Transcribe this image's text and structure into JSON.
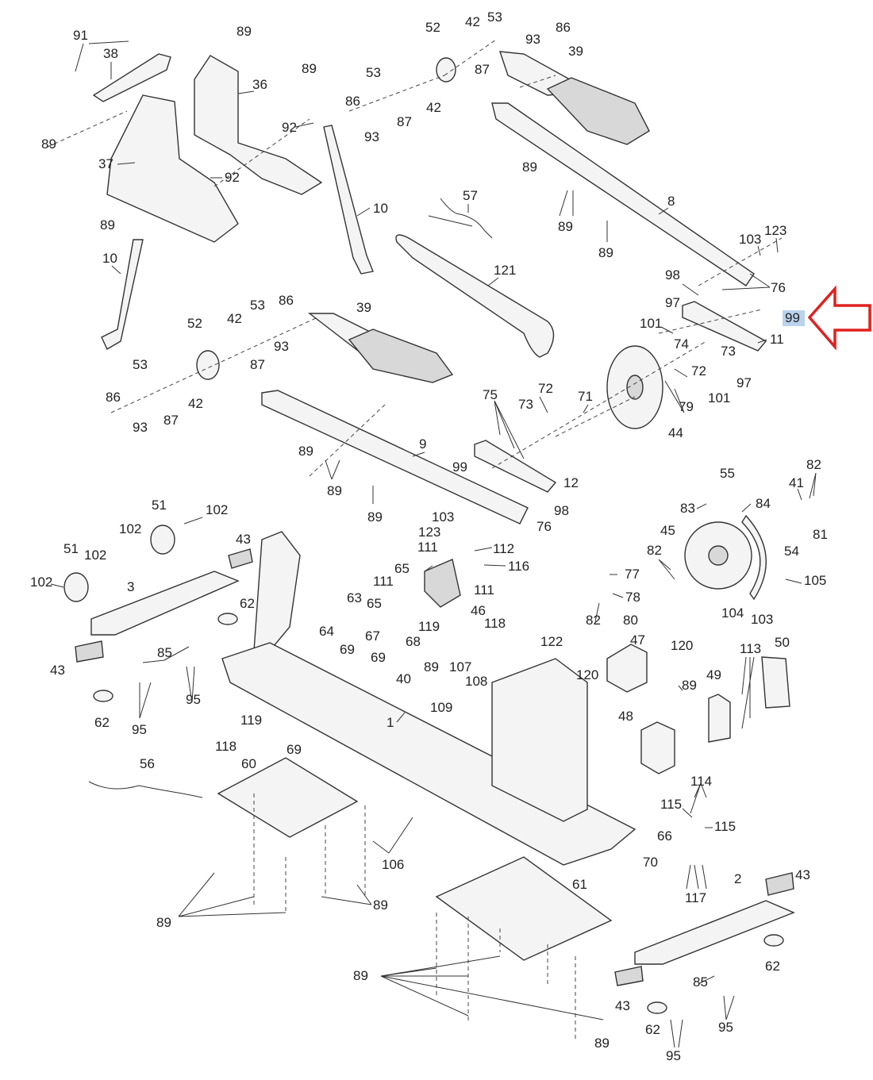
{
  "callouts": [
    {
      "id": "c91",
      "label": "91"
    },
    {
      "id": "c38",
      "label": "38"
    },
    {
      "id": "c89a",
      "label": "89"
    },
    {
      "id": "c36",
      "label": "36"
    },
    {
      "id": "c89b",
      "label": "89"
    },
    {
      "id": "c92a",
      "label": "92"
    },
    {
      "id": "c89c",
      "label": "89"
    },
    {
      "id": "c37",
      "label": "37"
    },
    {
      "id": "c92b",
      "label": "92"
    },
    {
      "id": "c89d",
      "label": "89"
    },
    {
      "id": "c52a",
      "label": "52"
    },
    {
      "id": "c42a",
      "label": "42"
    },
    {
      "id": "c53a",
      "label": "53"
    },
    {
      "id": "c86a",
      "label": "86"
    },
    {
      "id": "c93a",
      "label": "93"
    },
    {
      "id": "c39a",
      "label": "39"
    },
    {
      "id": "c87a",
      "label": "87"
    },
    {
      "id": "c53b",
      "label": "53"
    },
    {
      "id": "c86b",
      "label": "86"
    },
    {
      "id": "c87b",
      "label": "87"
    },
    {
      "id": "c42b",
      "label": "42"
    },
    {
      "id": "c93b",
      "label": "93"
    },
    {
      "id": "c89e",
      "label": "89"
    },
    {
      "id": "c10a",
      "label": "10"
    },
    {
      "id": "c57",
      "label": "57"
    },
    {
      "id": "c8",
      "label": "8"
    },
    {
      "id": "c89f",
      "label": "89"
    },
    {
      "id": "c89g",
      "label": "89"
    },
    {
      "id": "c103a",
      "label": "103"
    },
    {
      "id": "c123a",
      "label": "123"
    },
    {
      "id": "c121",
      "label": "121"
    },
    {
      "id": "c98a",
      "label": "98"
    },
    {
      "id": "c76a",
      "label": "76"
    },
    {
      "id": "c10b",
      "label": "10"
    },
    {
      "id": "c97a",
      "label": "97"
    },
    {
      "id": "c99a",
      "label": "99"
    },
    {
      "id": "c53c",
      "label": "53"
    },
    {
      "id": "c86c",
      "label": "86"
    },
    {
      "id": "c52b",
      "label": "52"
    },
    {
      "id": "c42c",
      "label": "42"
    },
    {
      "id": "c39b",
      "label": "39"
    },
    {
      "id": "c101a",
      "label": "101"
    },
    {
      "id": "c11",
      "label": "11"
    },
    {
      "id": "c93c",
      "label": "93"
    },
    {
      "id": "c74",
      "label": "74"
    },
    {
      "id": "c73a",
      "label": "73"
    },
    {
      "id": "c87c",
      "label": "87"
    },
    {
      "id": "c72a",
      "label": "72"
    },
    {
      "id": "c97b",
      "label": "97"
    },
    {
      "id": "c53d",
      "label": "53"
    },
    {
      "id": "c101b",
      "label": "101"
    },
    {
      "id": "c86d",
      "label": "86"
    },
    {
      "id": "c42d",
      "label": "42"
    },
    {
      "id": "c79",
      "label": "79"
    },
    {
      "id": "c93d",
      "label": "93"
    },
    {
      "id": "c87d",
      "label": "87"
    },
    {
      "id": "c75",
      "label": "75"
    },
    {
      "id": "c72b",
      "label": "72"
    },
    {
      "id": "c71",
      "label": "71"
    },
    {
      "id": "c73b",
      "label": "73"
    },
    {
      "id": "c44",
      "label": "44"
    },
    {
      "id": "c89h",
      "label": "89"
    },
    {
      "id": "c9",
      "label": "9"
    },
    {
      "id": "c99b",
      "label": "99"
    },
    {
      "id": "c12",
      "label": "12"
    },
    {
      "id": "c89i",
      "label": "89"
    },
    {
      "id": "c98b",
      "label": "98"
    },
    {
      "id": "c89j",
      "label": "89"
    },
    {
      "id": "c55",
      "label": "55"
    },
    {
      "id": "c82a",
      "label": "82"
    },
    {
      "id": "c41",
      "label": "41"
    },
    {
      "id": "c83",
      "label": "83"
    },
    {
      "id": "c84",
      "label": "84"
    },
    {
      "id": "c51a",
      "label": "51"
    },
    {
      "id": "c102a",
      "label": "102"
    },
    {
      "id": "c103b",
      "label": "103"
    },
    {
      "id": "c76b",
      "label": "76"
    },
    {
      "id": "c81",
      "label": "81"
    },
    {
      "id": "c45",
      "label": "45"
    },
    {
      "id": "c102b",
      "label": "102"
    },
    {
      "id": "c123b",
      "label": "123"
    },
    {
      "id": "c51b",
      "label": "51"
    },
    {
      "id": "c102c",
      "label": "102"
    },
    {
      "id": "c43a",
      "label": "43"
    },
    {
      "id": "c111a",
      "label": "111"
    },
    {
      "id": "c112",
      "label": "112"
    },
    {
      "id": "c54",
      "label": "54"
    },
    {
      "id": "c82b",
      "label": "82"
    },
    {
      "id": "c65a",
      "label": "65"
    },
    {
      "id": "c116",
      "label": "116"
    },
    {
      "id": "c77",
      "label": "77"
    },
    {
      "id": "c102d",
      "label": "102"
    },
    {
      "id": "c3",
      "label": "3"
    },
    {
      "id": "c111b",
      "label": "111"
    },
    {
      "id": "c111c",
      "label": "111"
    },
    {
      "id": "c105",
      "label": "105"
    },
    {
      "id": "c62a",
      "label": "62"
    },
    {
      "id": "c63",
      "label": "63"
    },
    {
      "id": "c65b",
      "label": "65"
    },
    {
      "id": "c46",
      "label": "46"
    },
    {
      "id": "c78",
      "label": "78"
    },
    {
      "id": "c82c",
      "label": "82"
    },
    {
      "id": "c80",
      "label": "80"
    },
    {
      "id": "c104",
      "label": "104"
    },
    {
      "id": "c103c",
      "label": "103"
    },
    {
      "id": "c64",
      "label": "64"
    },
    {
      "id": "c67",
      "label": "67"
    },
    {
      "id": "c119a",
      "label": "119"
    },
    {
      "id": "c118a",
      "label": "118"
    },
    {
      "id": "c68",
      "label": "68"
    },
    {
      "id": "c122",
      "label": "122"
    },
    {
      "id": "c47",
      "label": "47"
    },
    {
      "id": "c50",
      "label": "50"
    },
    {
      "id": "c43b",
      "label": "43"
    },
    {
      "id": "c85a",
      "label": "85"
    },
    {
      "id": "c69a",
      "label": "69"
    },
    {
      "id": "c113",
      "label": "113"
    },
    {
      "id": "c120a",
      "label": "120"
    },
    {
      "id": "c69b",
      "label": "69"
    },
    {
      "id": "c89k",
      "label": "89"
    },
    {
      "id": "c107",
      "label": "107"
    },
    {
      "id": "c120b",
      "label": "120"
    },
    {
      "id": "c89l",
      "label": "89"
    },
    {
      "id": "c49",
      "label": "49"
    },
    {
      "id": "c40",
      "label": "40"
    },
    {
      "id": "c108",
      "label": "108"
    },
    {
      "id": "c95a",
      "label": "95"
    },
    {
      "id": "c62b",
      "label": "62"
    },
    {
      "id": "c109",
      "label": "109"
    },
    {
      "id": "c48",
      "label": "48"
    },
    {
      "id": "c1",
      "label": "1"
    },
    {
      "id": "c95b",
      "label": "95"
    },
    {
      "id": "c119b",
      "label": "119"
    },
    {
      "id": "c118b",
      "label": "118"
    },
    {
      "id": "c69c",
      "label": "69"
    },
    {
      "id": "c56",
      "label": "56"
    },
    {
      "id": "c60",
      "label": "60"
    },
    {
      "id": "c114",
      "label": "114"
    },
    {
      "id": "c115a",
      "label": "115"
    },
    {
      "id": "c115b",
      "label": "115"
    },
    {
      "id": "c66",
      "label": "66"
    },
    {
      "id": "c70",
      "label": "70"
    },
    {
      "id": "c106",
      "label": "106"
    },
    {
      "id": "c61",
      "label": "61"
    },
    {
      "id": "c2",
      "label": "2"
    },
    {
      "id": "c43c",
      "label": "43"
    },
    {
      "id": "c89m",
      "label": "89"
    },
    {
      "id": "c89n",
      "label": "89"
    },
    {
      "id": "c117",
      "label": "117"
    },
    {
      "id": "c62c",
      "label": "62"
    },
    {
      "id": "c89o",
      "label": "89"
    },
    {
      "id": "c85b",
      "label": "85"
    },
    {
      "id": "c43d",
      "label": "43"
    },
    {
      "id": "c62d",
      "label": "62"
    },
    {
      "id": "c95c",
      "label": "95"
    },
    {
      "id": "c89p",
      "label": "89"
    },
    {
      "id": "c95d",
      "label": "95"
    }
  ],
  "highlight": {
    "label": "99",
    "box_color": "#b9d3ee",
    "arrow_color": "#e0211f",
    "arrow_direction": "left"
  }
}
